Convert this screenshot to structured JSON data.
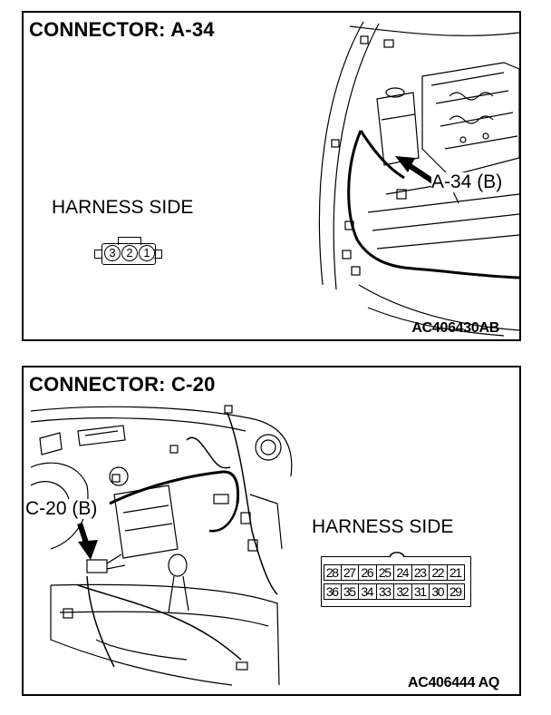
{
  "panels": [
    {
      "title": "CONNECTOR: A-34",
      "harness_label": "HARNESS SIDE",
      "callout": "A-34 (B)",
      "code": "AC406430AB",
      "pins": [
        "3",
        "2",
        "1"
      ]
    },
    {
      "title": "CONNECTOR: C-20",
      "harness_label": "HARNESS SIDE",
      "callout": "C-20 (B)",
      "code": "AC406444 AQ",
      "pins_top": [
        "28",
        "27",
        "26",
        "25",
        "24",
        "23",
        "22",
        "21"
      ],
      "pins_bottom": [
        "36",
        "35",
        "34",
        "33",
        "32",
        "31",
        "30",
        "29"
      ]
    }
  ]
}
